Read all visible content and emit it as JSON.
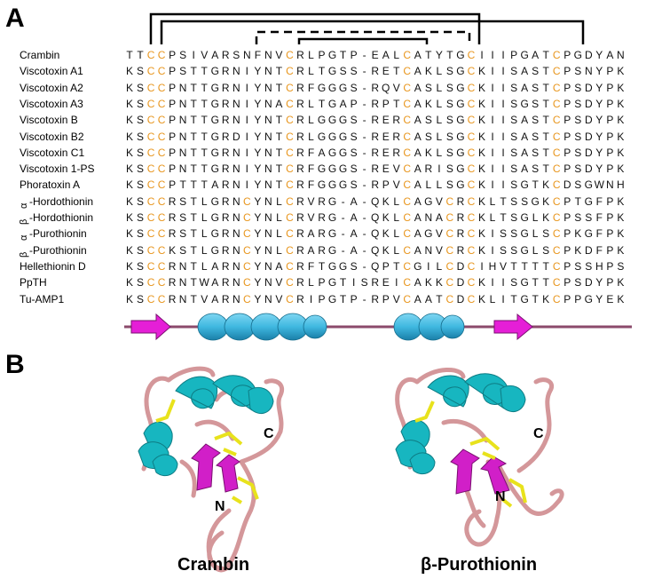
{
  "panel_a": {
    "label": "A",
    "rows": [
      {
        "name": "Crambin",
        "prefix": "",
        "seq": "TTCCPSIVARSNFNVCRLPGTP-EALCATYTGCIIIPGATCPGDYAN"
      },
      {
        "name": "Viscotoxin A1",
        "prefix": "",
        "seq": "KSCCPSTTGRNIYNTCRLTGSS-RETCAKLSGCKIISASTCPSNYPK"
      },
      {
        "name": "Viscotoxin A2",
        "prefix": "",
        "seq": "KSCCPNTTGRNIYNTCRFGGGS-RQVCASLSGCKIISASTCPSDYPK"
      },
      {
        "name": "Viscotoxin A3",
        "prefix": "",
        "seq": "KSCCPNTTGRNIYNACRLTGAP-RPTCAKLSGCKIISGSTCPSDYPK"
      },
      {
        "name": "Viscotoxin B",
        "prefix": "",
        "seq": "KSCCPNTTGRNIYNTCRLGGGS-RERCASLSGCKIISASTCPSDYPK"
      },
      {
        "name": "Viscotoxin B2",
        "prefix": "",
        "seq": "KSCCPNTTGRDIYNTCRLGGGS-RERCASLSGCKIISASTCPSDYPK"
      },
      {
        "name": "Viscotoxin C1",
        "prefix": "",
        "seq": "KSCCPNTTGRNIYNTCRFAGGS-RERCAKLSGCKIISASTCPSDYPK"
      },
      {
        "name": "Viscotoxin 1-PS",
        "prefix": "",
        "seq": "KSCCPNTTGRNIYNTCRFGGGS-REVCARISGCKIISASTCPSDYPK"
      },
      {
        "name": "Phoratoxin A",
        "prefix": "",
        "seq": "KSCCPTTTARNIYNTCRFGGGS-RPVCALLSGCKIISGTKCDSGWNH"
      },
      {
        "name": "-Hordothionin",
        "prefix": "α",
        "seq": "KSCCRSTLGRNCYNLCRVRG-A-QKLCAGVCRCKLTSSGKCPTGFPK"
      },
      {
        "name": "-Hordothionin",
        "prefix": "β",
        "seq": "KSCCRSTLGRNCYNLCRVRG-A-QKLCANACRCKLTSGLKCPSSFPK"
      },
      {
        "name": "-Purothionin",
        "prefix": "α",
        "seq": "KSCCRSTLGRNCYNLCRARG-A-QKLCAGVCRCKISSGLSCPKGFPK"
      },
      {
        "name": "-Purothionin",
        "prefix": "β",
        "seq": "KSCCKSTLGRNCYNLCRARG-A-QKLCANVCRCKISSGLSCPKDFPK"
      },
      {
        "name": "Hellethionin D",
        "prefix": "",
        "seq": "KSCCRNTLARNCYNACRFTGGS-QPTCGILCDCIHVTTTTCPSSHPS"
      },
      {
        "name": "PpTH",
        "prefix": "",
        "seq": "KSCCRNTWARNCYNVCRLPGTISREICAKKCDCKIISGTTCPSDYPK"
      },
      {
        "name": "Tu-AMP1",
        "prefix": "",
        "seq": "KSCCRNTVARNCYNVCRIPGTP-RPVCAATCDCKLITGTKCPPGYEK"
      }
    ],
    "colors": {
      "cysteine": "#e8961e",
      "helix": "#3fb8e0",
      "strand": "#e51fd7",
      "coil": "#8b4a6b",
      "text": "#111111"
    }
  },
  "panel_b": {
    "label": "B",
    "structures": [
      {
        "name": "Crambin",
        "n_label": "N",
        "c_label": "C"
      },
      {
        "name": "β-Purothionin",
        "n_label": "N",
        "c_label": "C"
      }
    ],
    "colors": {
      "helix": "#17b6c0",
      "strand": "#d11fc8",
      "loop": "#d4979a",
      "disulfide": "#e8e21c"
    }
  }
}
